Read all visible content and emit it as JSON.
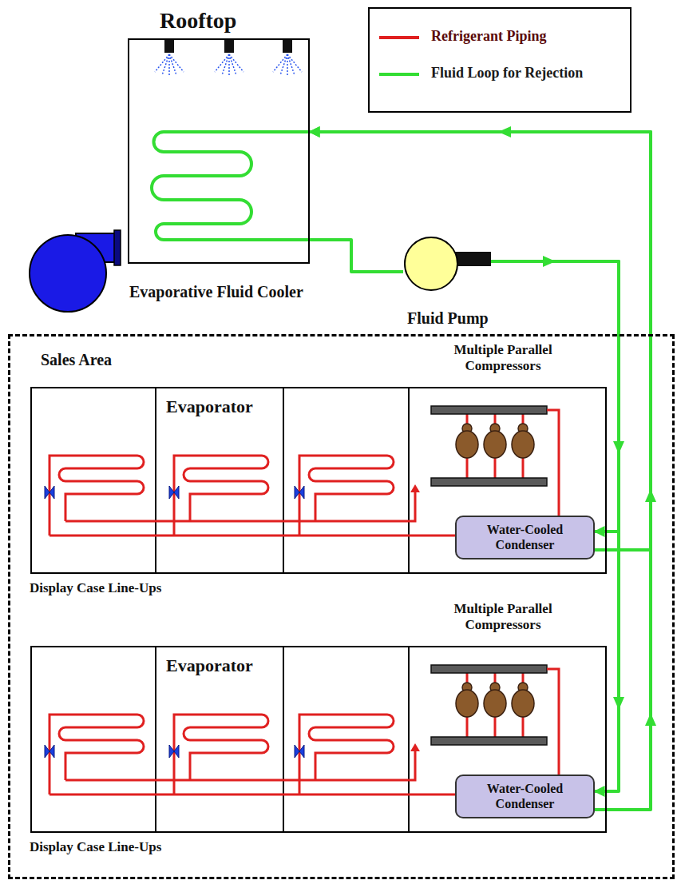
{
  "diagram": {
    "nodes": [
      {
        "text": [
          "Evaporative Fluid Cooler"
        ]
      },
      {
        "text": [
          "Fluid Pump"
        ]
      },
      {
        "text": [
          "Sales Area"
        ]
      },
      {
        "text": [
          "Display Case Line-Ups"
        ],
        "in": 2
      },
      {
        "text": [
          "Water-Cooled Condenser"
        ],
        "in": 3
      },
      {
        "text": [
          "Display Case Line-Ups"
        ],
        "in": 2
      },
      {
        "text": [
          "Water-Cooled Condenser"
        ],
        "in": 5
      }
    ],
    "edges": [
      {
        "from": 0,
        "to": 1,
        "arrow": "none"
      },
      {
        "from": 1,
        "to": 4,
        "arrow": "to"
      },
      {
        "from": 1,
        "to": 6,
        "arrow": "to"
      },
      {
        "from": 4,
        "to": 0,
        "arrow": "to"
      },
      {
        "from": 6,
        "to": 0,
        "arrow": "to"
      }
    ],
    "labels": [
      "Rooftop",
      "Evaporator",
      "Multiple Parallel Compressors",
      "Evaporator",
      "Multiple Parallel Compressors"
    ],
    "legend": [
      {
        "text": "Refrigerant Piping"
      },
      {
        "text": "Fluid Loop for Rejection"
      }
    ]
  }
}
